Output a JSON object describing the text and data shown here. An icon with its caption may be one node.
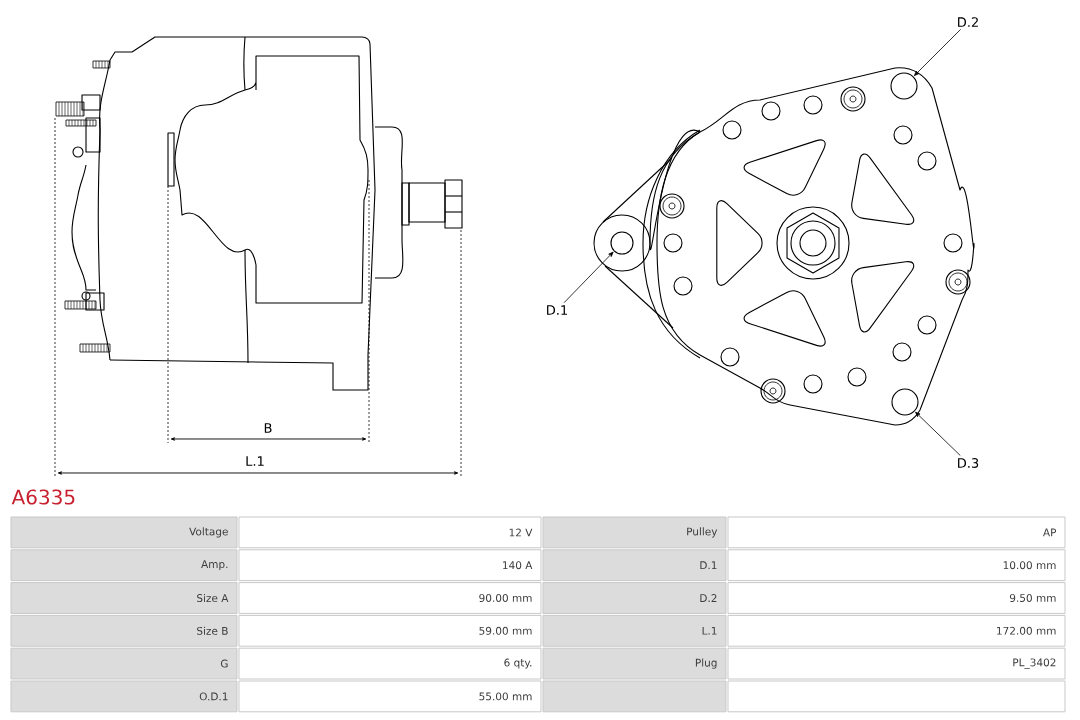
{
  "diagram": {
    "title": "A6335",
    "nodes": [
      {
        "text": [
          "D.2"
        ]
      },
      {
        "text": [],
        "shape": "circle"
      },
      {
        "text": [
          "D.1"
        ]
      },
      {
        "text": [],
        "shape": "circle"
      },
      {
        "text": [
          "D.3"
        ]
      },
      {
        "text": [],
        "shape": "circle"
      }
    ],
    "edges": [
      {
        "from": 0,
        "to": 1,
        "arrow": "to"
      },
      {
        "from": 2,
        "to": 3,
        "arrow": "to"
      },
      {
        "from": 4,
        "to": 5,
        "arrow": "to"
      }
    ],
    "labels": [
      "B",
      "L.1",
      "Voltage",
      "12 V",
      "Pulley",
      "AP",
      "Amp.",
      "140 A",
      "D.1",
      "10.00 mm",
      "Size A",
      "90.00 mm",
      "D.2",
      "9.50 mm",
      "Size B",
      "59.00 mm",
      "L.1",
      "172.00 mm",
      "G",
      "6 qty.",
      "Plug",
      "PL_3402",
      "O.D.1",
      "55.00 mm"
    ]
  }
}
